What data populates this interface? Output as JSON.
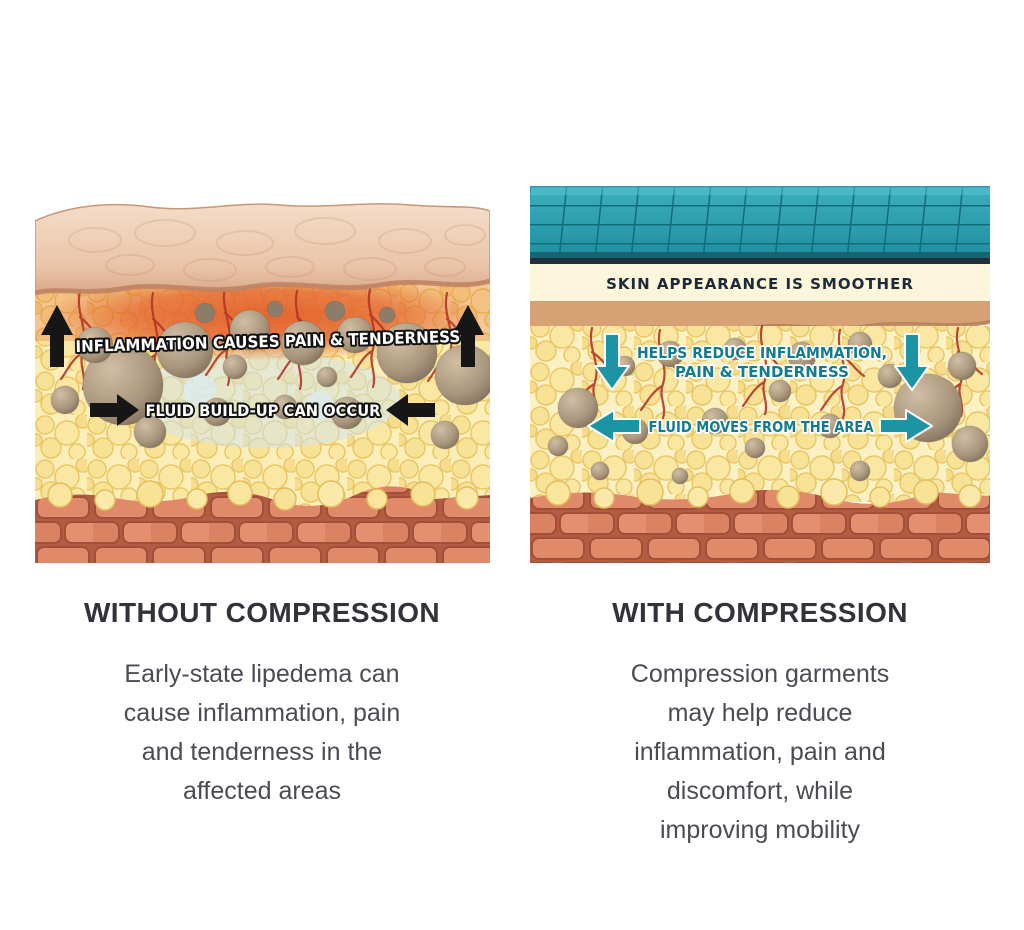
{
  "left": {
    "caption": "WITHOUT COMPRESSION",
    "description": "Early-state lipedema can\ncause inflammation, pain\nand tenderness in the\naffected areas",
    "labels": {
      "inflammation": "INFLAMMATION CAUSES PAIN & TENDERNESS",
      "fluid": "FLUID BUILD-UP CAN OCCUR"
    }
  },
  "right": {
    "caption": "WITH COMPRESSION",
    "description": "Compression garments\nmay help reduce\ninflammation, pain and\ndiscomfort, while\nimproving mobility",
    "labels": {
      "skin_smoother": "SKIN APPEARANCE IS SMOOTHER",
      "reduce_line1": "HELPS REDUCE INFLAMMATION,",
      "reduce_line2": "PAIN & TENDERNESS",
      "fluid_moves": "FLUID MOVES FROM THE AREA"
    }
  },
  "colors": {
    "garment_teal": "#2b9eae",
    "teal_label_text": "#127b8d",
    "skin_smoother_text": "#1c2b3a",
    "heading_text": "#32323b",
    "body_text": "#4b4b55",
    "muscle_brick": "#e08a6a",
    "fat_yellow": "#f8e296",
    "fat_cell_tan": "#a8957c",
    "vessel_red": "#b23527",
    "arrow_black": "#161616",
    "inflammation_orange": "#e4602a"
  }
}
